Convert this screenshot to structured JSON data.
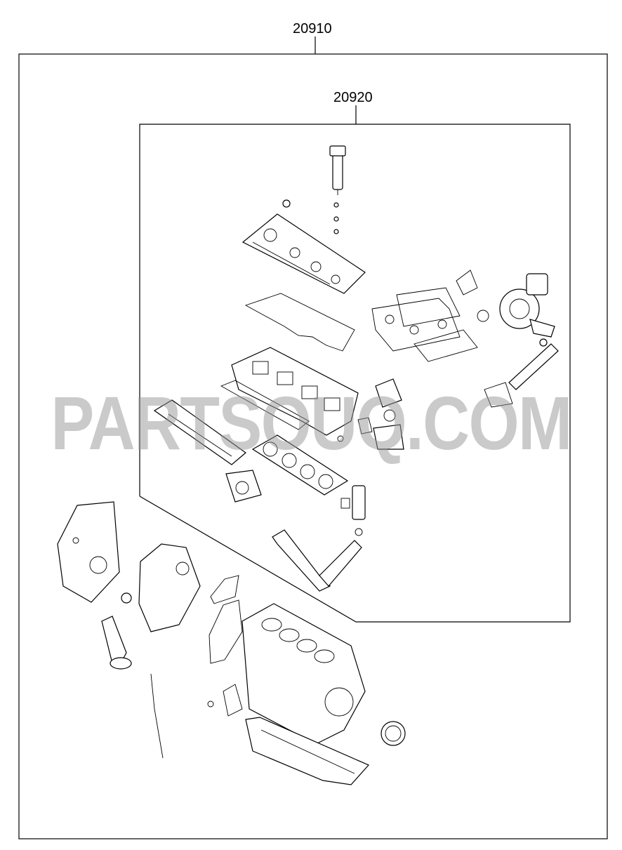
{
  "labels": {
    "outer_kit": "20910",
    "inner_kit": "20920"
  },
  "watermark": "PARTSOUQ.COM",
  "colors": {
    "line": "#000000",
    "background": "#ffffff",
    "watermark": "#969696"
  }
}
